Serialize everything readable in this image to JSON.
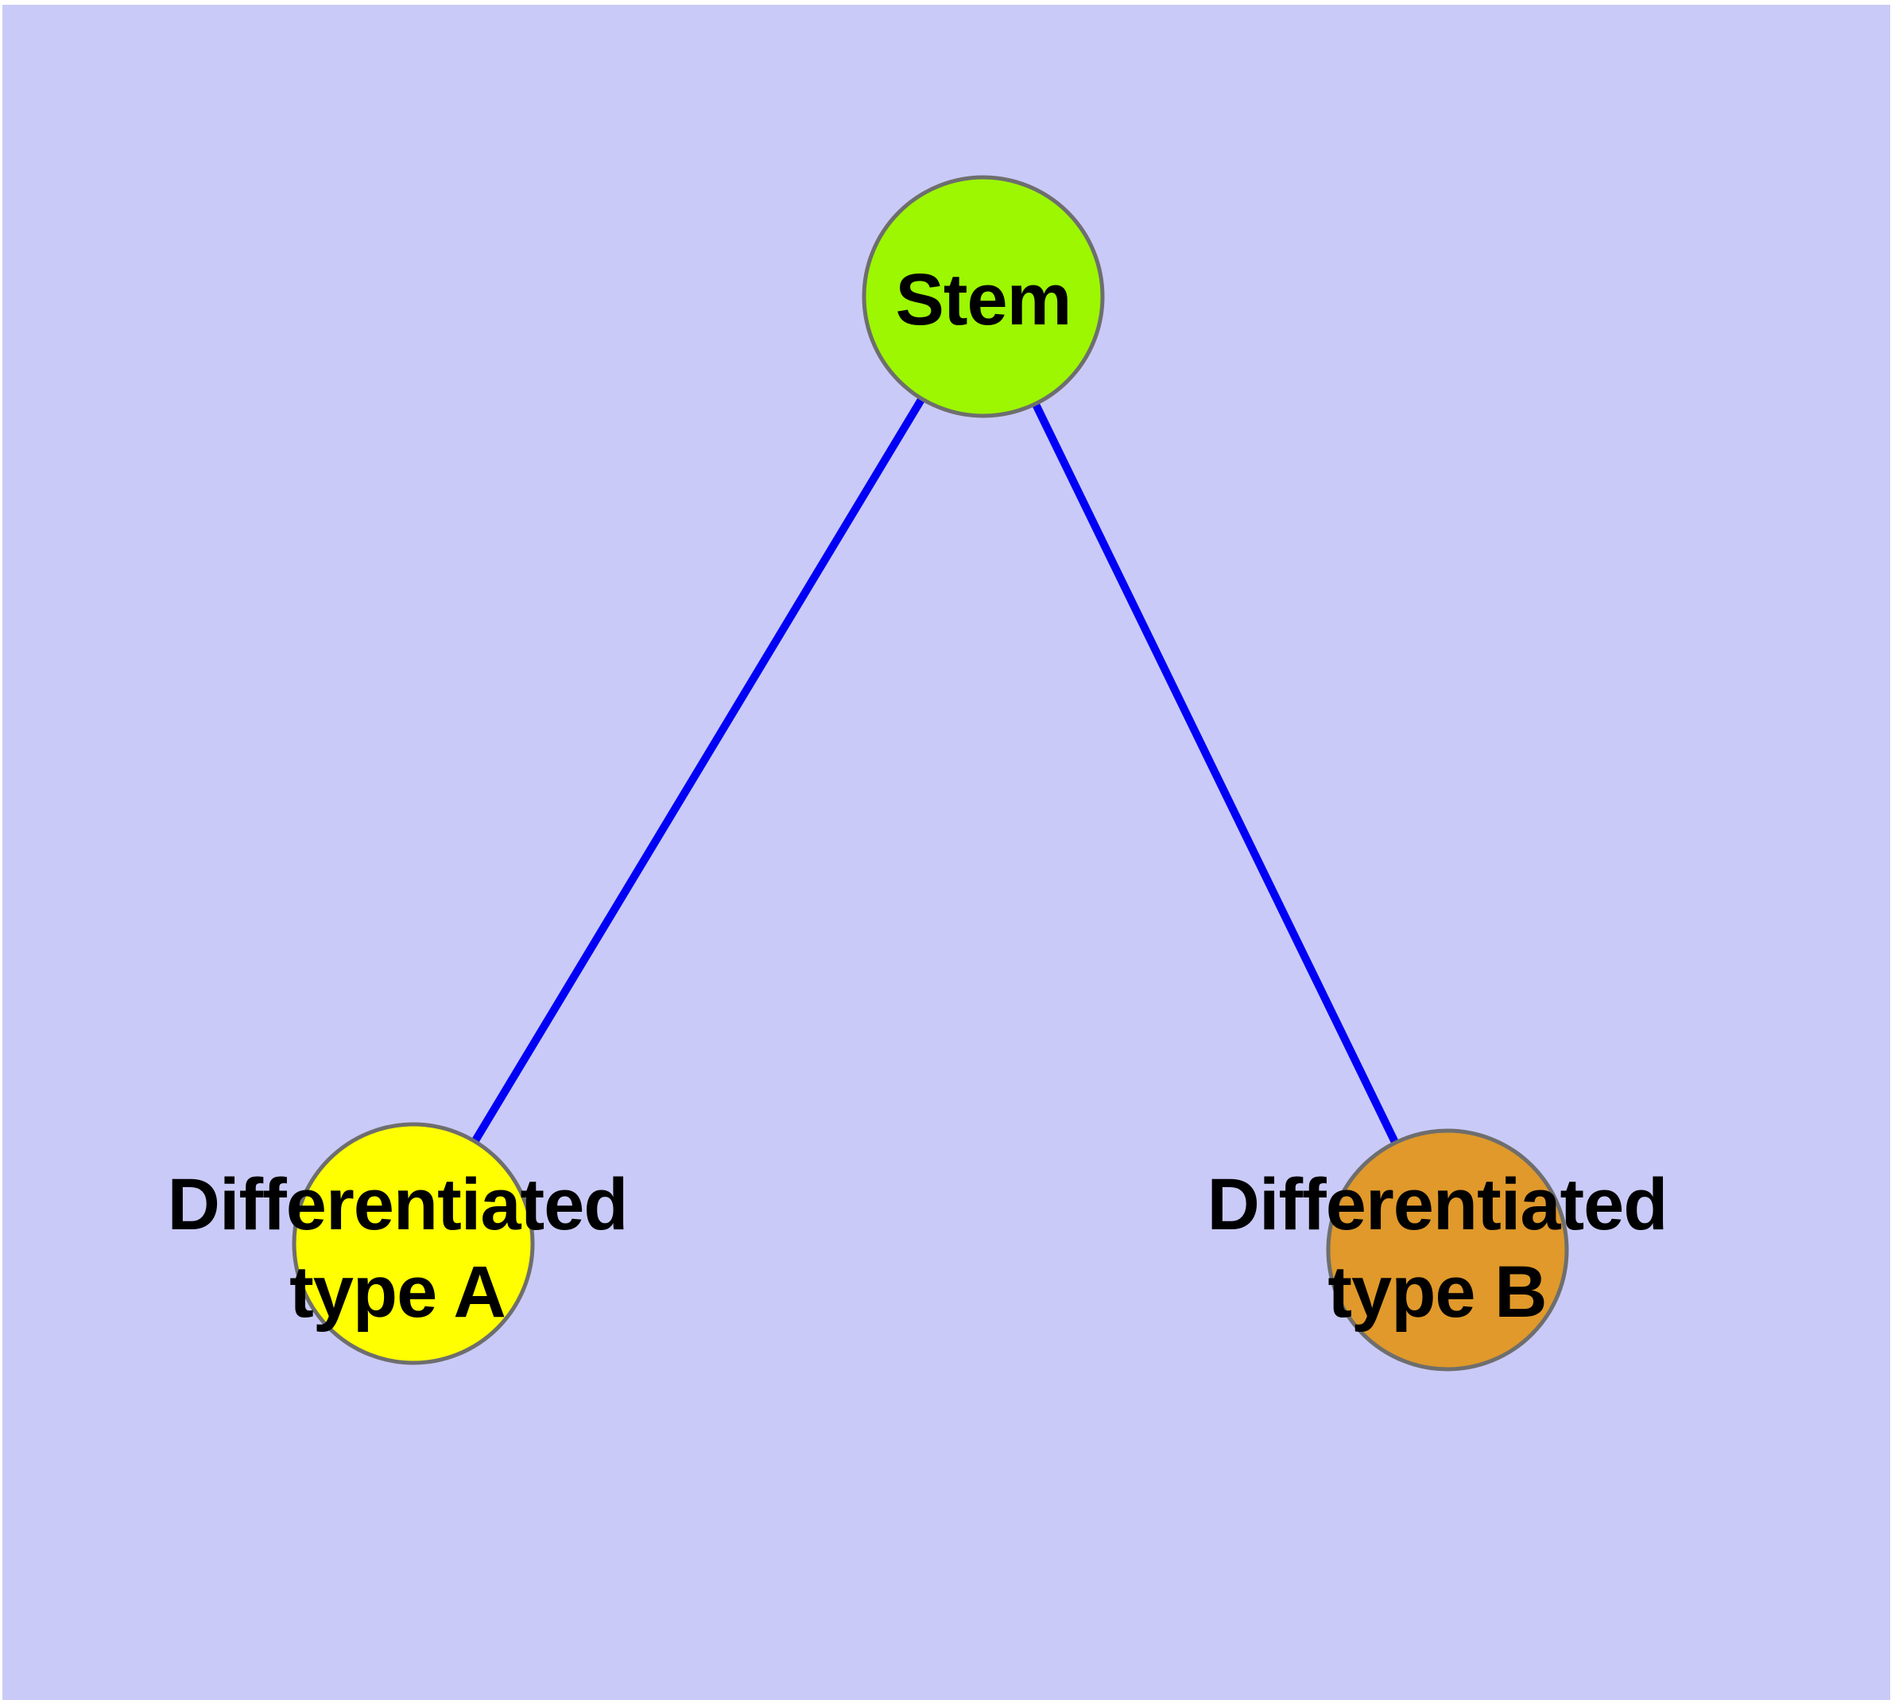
{
  "canvas": {
    "background_color": "#CACAF8",
    "margin_color": "#FFFFFF"
  },
  "graph": {
    "label_color": "#000000",
    "nodes": [
      {
        "id": "stem",
        "label": "Stem",
        "fill": "#9CF700",
        "stroke": "#6E6E6E"
      },
      {
        "id": "differentiated_type_a",
        "label_line1": "Differentiated",
        "label_line2": "type A",
        "fill": "#FFFF00",
        "stroke": "#6E6E6E"
      },
      {
        "id": "differentiated_type_b",
        "label_line1": "Differentiated",
        "label_line2": "type B",
        "fill": "#E0992A",
        "stroke": "#6E6E6E"
      }
    ],
    "edges": [
      {
        "from": "stem",
        "to": "differentiated_type_a",
        "color": "#0000F5"
      },
      {
        "from": "stem",
        "to": "differentiated_type_b",
        "color": "#0000F5"
      }
    ]
  }
}
